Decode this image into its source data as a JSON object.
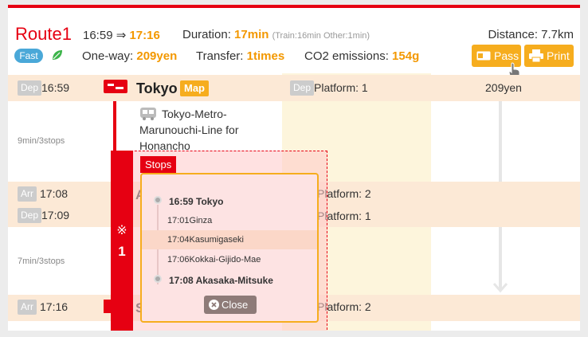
{
  "header": {
    "route_title": "Route1",
    "dep_time": "16:59",
    "arrow": "⇒",
    "arr_time": "17:16",
    "duration_label": "Duration:",
    "duration_value": "17min",
    "duration_detail": "(Train:16min Other:1min)",
    "distance": "Distance: 7.7km",
    "fast_badge": "Fast",
    "oneway_label": "One-way:",
    "oneway_value": "209yen",
    "transfer_label": "Transfer:",
    "transfer_value": "1times",
    "co2_label": "CO2 emissions:",
    "co2_value": "154g",
    "pass_button": "Pass",
    "print_button": "Print"
  },
  "segments": {
    "dep_badge": "Dep",
    "arr_badge": "Arr",
    "row1": {
      "time": "16:59",
      "station": "Tokyo",
      "map_label": "Map",
      "platform": "Platform: 1",
      "fare": "209yen"
    },
    "line_info": {
      "name_line1": "Tokyo-Metro-",
      "name_line2": "Marunouchi-Line for",
      "name_line3": "Honancho",
      "duration": "9min/3stops"
    },
    "row2": {
      "arr_time": "17:08",
      "arr_platform": "Platform: 2",
      "dep_time": "17:09",
      "dep_platform": "Platform: 1",
      "station_initial": "A"
    },
    "line2_info": {
      "duration": "7min/3stops"
    },
    "row3": {
      "arr_time": "17:16",
      "platform": "Platform: 2",
      "station_initial": "S"
    }
  },
  "popup": {
    "side_symbol": "※",
    "side_number": "1",
    "tag": "Stops",
    "stops": [
      {
        "label": "16:59 Tokyo"
      },
      {
        "label": "17:01Ginza"
      },
      {
        "label": "17:04Kasumigaseki"
      },
      {
        "label": "17:06Kokkai-Gijido-Mae"
      },
      {
        "label": "17:08 Akasaka-Mitsuke"
      }
    ],
    "close_label": "Close"
  },
  "colors": {
    "brand_red": "#e60012",
    "accent_orange": "#f39800",
    "button_yellow": "#f6ad1e",
    "fast_blue": "#4aa8d8"
  }
}
